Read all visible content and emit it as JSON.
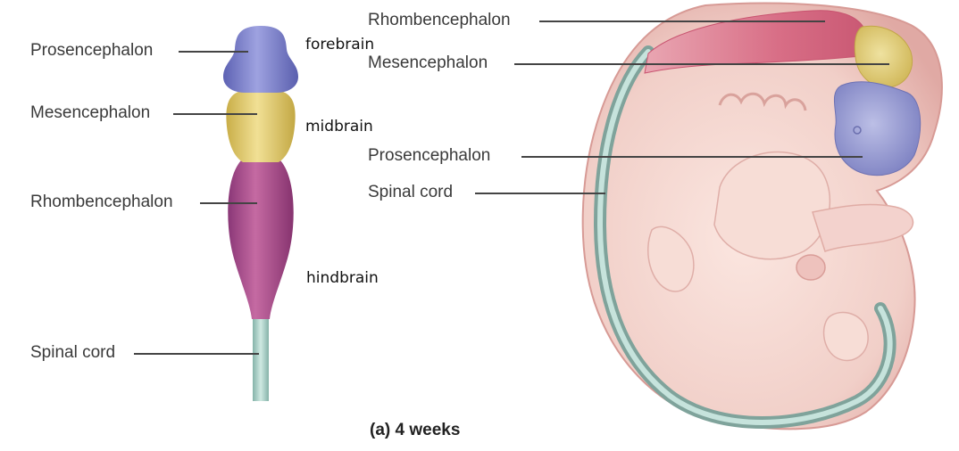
{
  "left_labels": {
    "prosencephalon": "Prosencephalon",
    "mesencephalon": "Mesencephalon",
    "rhombencephalon": "Rhombencephalon",
    "spinal_cord": "Spinal cord"
  },
  "annotations": {
    "forebrain": "forebrain",
    "midbrain": "midbrain",
    "hindbrain": "hindbrain"
  },
  "right_labels": {
    "rhombencephalon": "Rhombencephalon",
    "mesencephalon": "Mesencephalon",
    "prosencephalon": "Prosencephalon",
    "spinal_cord": "Spinal cord"
  },
  "caption": "(a) 4 weeks",
  "colors": {
    "prosencephalon": "#7d82c9",
    "mesencephalon": "#e2cc72",
    "rhombencephalon": "#b0508c",
    "spinal_cord": "#a9cfc6",
    "embryo_skin": "#f1cfc8"
  }
}
